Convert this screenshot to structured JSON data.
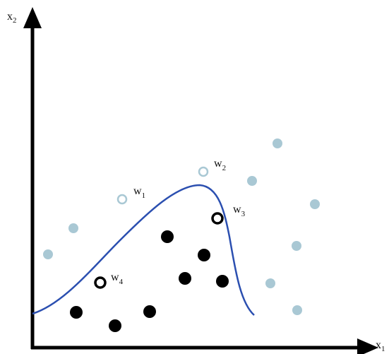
{
  "axes": {
    "x_label": "x",
    "x_subscript": "1",
    "y_label": "x",
    "y_subscript": "2",
    "color": "#000000"
  },
  "boundary": {
    "color": "#2b4fb0"
  },
  "colors": {
    "class_a": "#000000",
    "class_b": "#a9c8d4",
    "outline_light": "#a9c8d4",
    "outline_dark": "#000000"
  },
  "marked_points": [
    {
      "id": "w1",
      "label": "w",
      "subscript": "1",
      "style": "open-light"
    },
    {
      "id": "w2",
      "label": "w",
      "subscript": "2",
      "style": "open-light"
    },
    {
      "id": "w3",
      "label": "w",
      "subscript": "3",
      "style": "open-dark"
    },
    {
      "id": "w4",
      "label": "w",
      "subscript": "4",
      "style": "open-dark"
    }
  ]
}
